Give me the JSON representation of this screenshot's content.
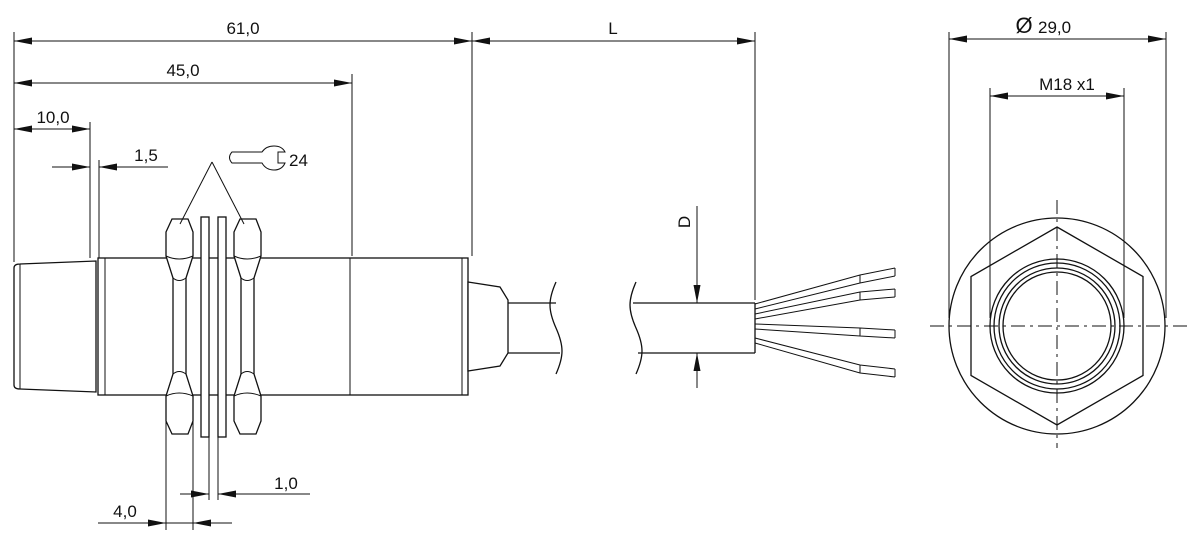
{
  "dimensions": {
    "overall_length": "61,0",
    "thread_length": "45,0",
    "front_length": "10,0",
    "step_length": "1,5",
    "cable_length": "L",
    "cable_diameter": "D",
    "outer_diameter": "29,0",
    "thread_size": "M18 x1",
    "nut_thickness": "4,0",
    "washer_thickness": "1,0",
    "wrench_size": "24"
  },
  "symbols": {
    "diameter": "Ø",
    "wrench": "wrench-icon"
  }
}
